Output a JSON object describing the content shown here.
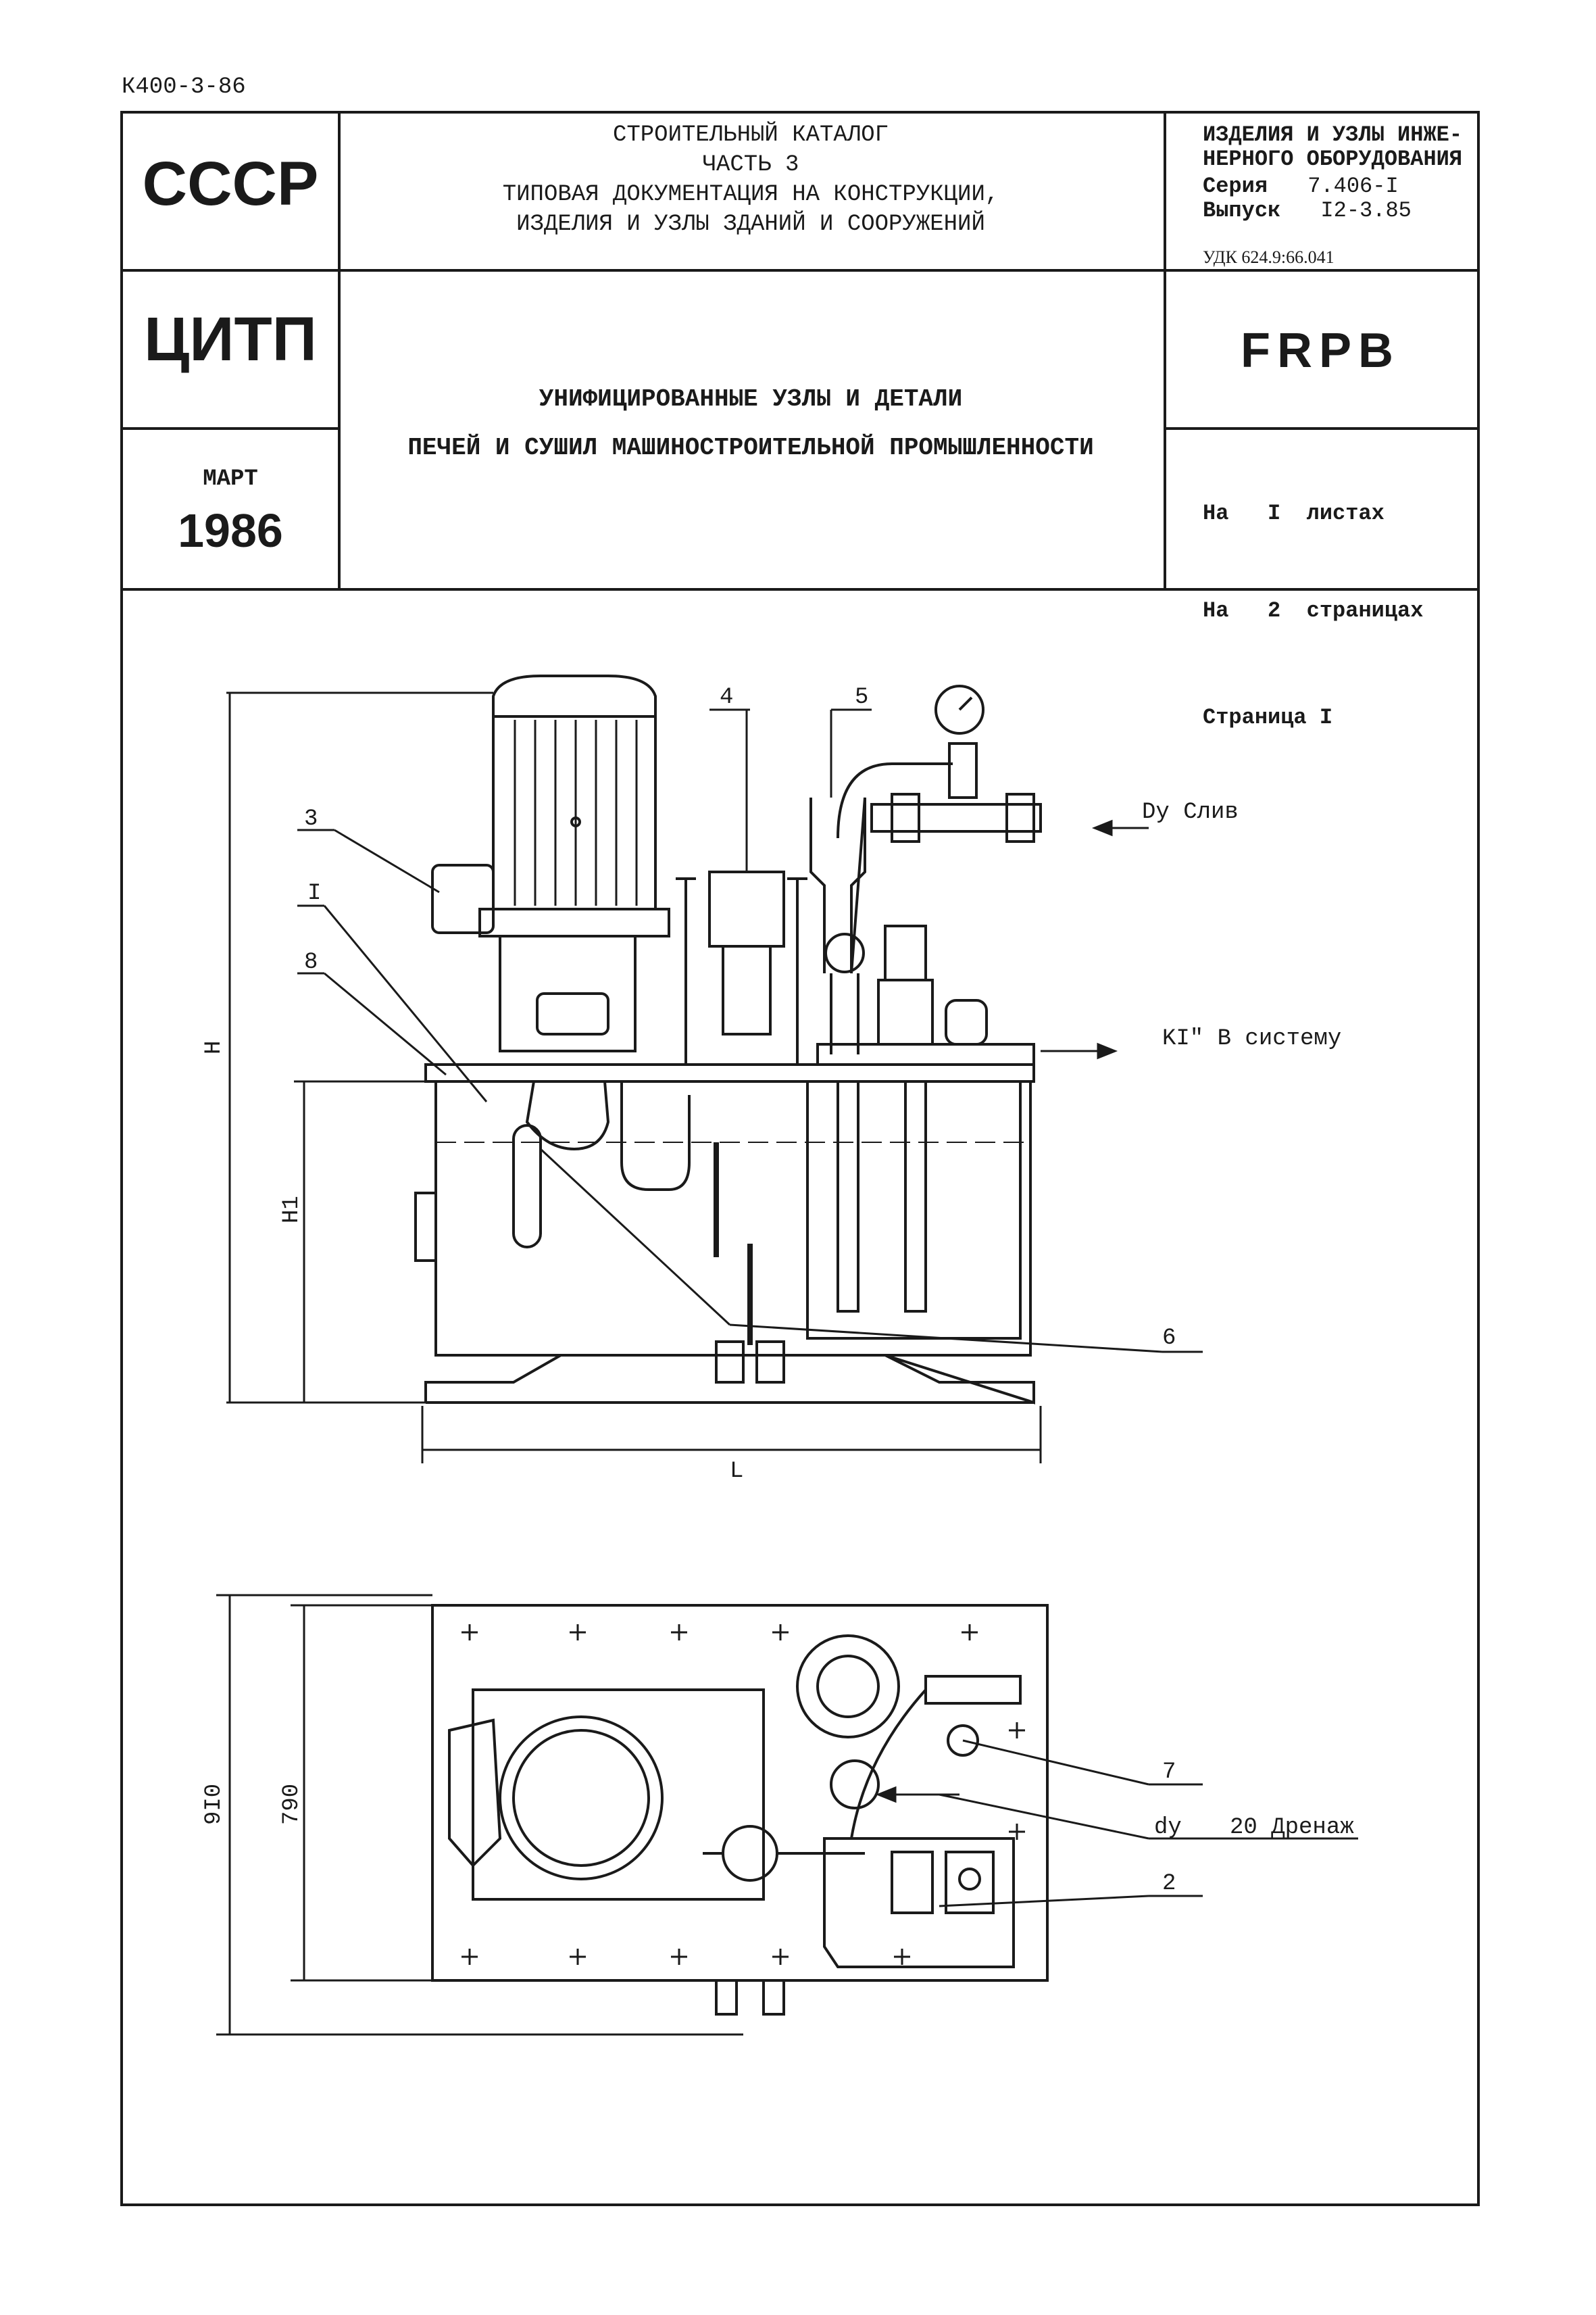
{
  "doc_code": "К400-3-86",
  "header": {
    "org1": "СССР",
    "org2": "ЦИТП",
    "month": "МАРТ",
    "year": "1986",
    "catalog_lines": [
      "СТРОИТЕЛЬНЫЙ КАТАЛОГ",
      "ЧАСТЬ 3",
      "ТИПОВАЯ ДОКУМЕНТАЦИЯ НА КОНСТРУКЦИИ,",
      "ИЗДЕЛИЯ И УЗЛЫ ЗДАНИЙ И СООРУЖЕНИЙ"
    ],
    "section_lines": [
      "ИЗДЕЛИЯ И УЗЛЫ ИНЖЕ-",
      "НЕРНОГО ОБОРУДОВАНИЯ"
    ],
    "series_label": "Серия",
    "series_value": "7.406-I",
    "issue_label": "Выпуск",
    "issue_value": "I2-3.85",
    "udk": "УДК 624.9:66.041",
    "code": "FRPB",
    "title_lines": [
      "УНИФИЦИРОВАННЫЕ УЗЛЫ И ДЕТАЛИ",
      "ПЕЧЕЙ И СУШИЛ МАШИНОСТРОИТЕЛЬНОЙ ПРОМЫШЛЕННОСТИ"
    ],
    "sheets_line": "На   I  листах",
    "pages_line": "На   2  страницах",
    "page_line": "Страница I"
  },
  "drawing": {
    "callouts": [
      "I",
      "2",
      "3",
      "4",
      "5",
      "6",
      "7",
      "8"
    ],
    "dim_H": "H",
    "dim_H1": "H1",
    "dim_L": "L",
    "dim_910": "9I0",
    "dim_790": "790",
    "label_dy_drain": "Dy  Слив",
    "label_system": "KI\" В систему",
    "label_dy": "dy",
    "label_drainage": "20 Дренаж"
  }
}
